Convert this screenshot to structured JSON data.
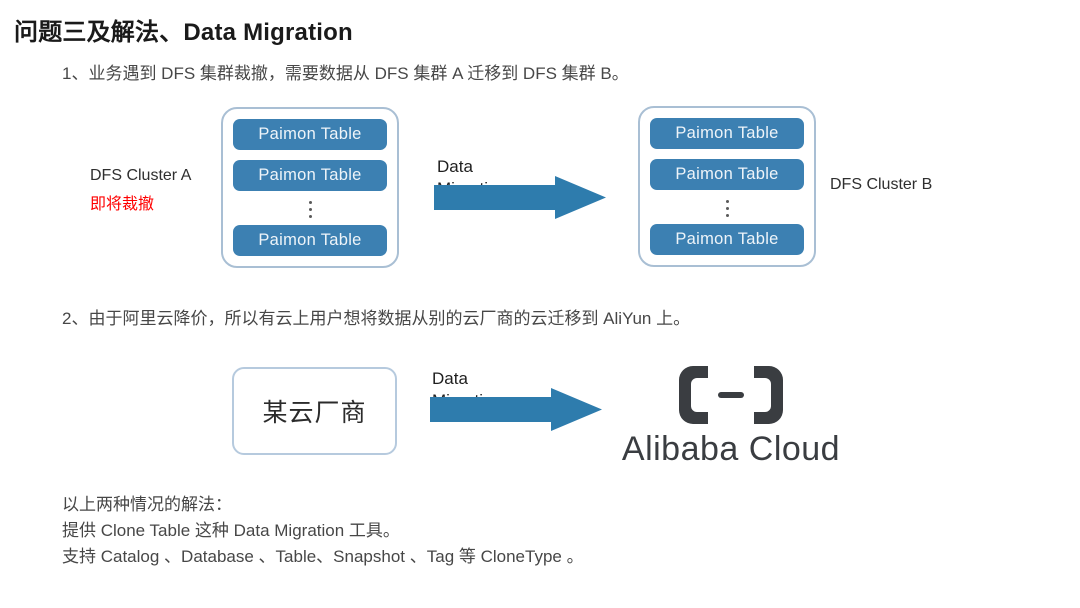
{
  "slide": {
    "title": "问题三及解法、Data  Migration",
    "background": "#ffffff"
  },
  "paragraphs": {
    "item1": "1、业务遇到 DFS 集群裁撤，需要数据从 DFS 集群 A 迁移到 DFS 集群 B。",
    "item2": "2、由于阿里云降价，所以有云上用户想将数据从别的云厂商的云迁移到 AliYun 上。"
  },
  "diagram1": {
    "cluster_a": {
      "label": "DFS Cluster  A",
      "warning": "即将裁撤",
      "warning_color": "#ff0000",
      "tables": [
        "Paimon  Table",
        "Paimon  Table",
        "Paimon  Table"
      ],
      "ellipsis": "vertical-dots"
    },
    "cluster_b": {
      "label": "DFS Cluster  B",
      "tables": [
        "Paimon  Table",
        "Paimon  Table",
        "Paimon  Table"
      ],
      "ellipsis": "vertical-dots"
    },
    "arrow": {
      "label_line1": "Data",
      "label_line2": "Migration",
      "color": "#2E7CAD",
      "direction": "right"
    }
  },
  "diagram2": {
    "source_box": {
      "label": "某云厂商",
      "border_color": "#b6cade"
    },
    "arrow": {
      "label_line1": "Data",
      "label_line2": "Migration",
      "color": "#2E7CAD",
      "direction": "right"
    },
    "target_logo": {
      "wordmark": "Alibaba Cloud",
      "mark_name": "alibaba-cloud-bracket-mark",
      "color": "#3a3d41"
    }
  },
  "footer": {
    "line1": "以上两种情况的解法：",
    "line2": "提供 Clone Table 这种 Data Migration   工具。",
    "line3": "支持 Catalog 、Database 、Table、Snapshot 、Tag 等 CloneType 。"
  },
  "colors": {
    "table_chip": "#3C80B2",
    "cluster_border": "#a9bfd4",
    "arrow_blue": "#2E7CAD",
    "title_text": "#1a1a1a",
    "body_text": "#474747",
    "warning_red": "#ff0000"
  }
}
